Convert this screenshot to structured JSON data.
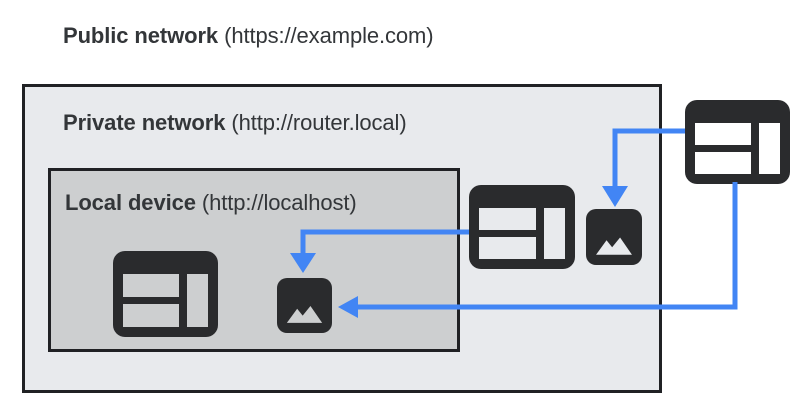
{
  "labels": {
    "public": {
      "bold": "Public network",
      "rest": " (https://example.com)"
    },
    "private": {
      "bold": "Private network",
      "rest": " (http://router.local)"
    },
    "local": {
      "bold": "Local device",
      "rest": " (http://localhost)"
    }
  },
  "icons": {
    "public_browser": "browser-window-icon",
    "private_browser": "browser-window-icon",
    "private_image": "image-resource-icon",
    "local_browser": "browser-window-icon",
    "local_image": "image-resource-icon"
  },
  "arrows": [
    {
      "name": "private-browser-to-local-image",
      "from": "private-network browser",
      "to": "local-device image"
    },
    {
      "name": "public-browser-to-private-image",
      "from": "public-network browser",
      "to": "private-network image"
    },
    {
      "name": "public-browser-to-local-image",
      "from": "public-network browser",
      "to": "local-device image"
    }
  ],
  "colors": {
    "accent_blue": "#4285f4",
    "private_fill": "#e8eaed",
    "local_fill": "#cdcfd0",
    "icon_dark": "#2a2b2d",
    "border_dark": "#202124",
    "text": "#333639",
    "page_bg": "#ffffff"
  }
}
